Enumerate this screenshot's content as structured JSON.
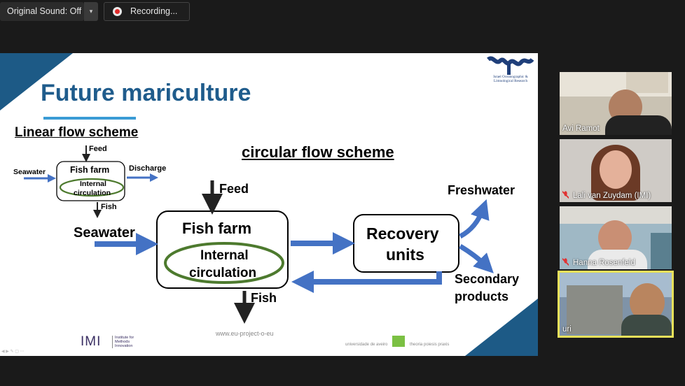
{
  "toolbar": {
    "sound_label": "Original Sound: Off",
    "caret": "▾",
    "recording_label": "Recording..."
  },
  "slide": {
    "title": "Future mariculture",
    "logo_text": "Israel Oceanographic & Limnological Research",
    "linear": {
      "heading": "Linear flow scheme",
      "feed": "Feed",
      "seawater": "Seawater",
      "fish_farm": "Fish farm",
      "discharge": "Discharge",
      "internal": "Internal",
      "circulation": "circulation",
      "fish": "Fish"
    },
    "circular": {
      "heading": "circular flow scheme",
      "feed": "Feed",
      "seawater": "Seawater",
      "fish_farm": "Fish farm",
      "internal": "Internal",
      "circulation": "circulation",
      "fish": "Fish",
      "recovery1": "Recovery",
      "recovery2": "units",
      "freshwater": "Freshwater",
      "secondary1": "Secondary",
      "secondary2": "products"
    },
    "footer_url": "www.eu-project-o-eu",
    "imi_logo": "IMI",
    "imi_sub": "Institute for Methods Innovation",
    "ua_text": "universidade de aveiro",
    "ua_motto": "theoria poiesis praxis"
  },
  "participants": [
    {
      "name": "Avi Ramot",
      "muted": false
    },
    {
      "name": "Lali van Zuydam (IMI)",
      "muted": true
    },
    {
      "name": "Hanna Rosenfeld",
      "muted": true
    },
    {
      "name": "uri",
      "muted": false,
      "active": true
    }
  ],
  "colors": {
    "accent_blue": "#1f5c8c",
    "arrow_blue": "#4472c4",
    "active_border": "#e7e15a",
    "recording_red": "#e02a2a"
  }
}
